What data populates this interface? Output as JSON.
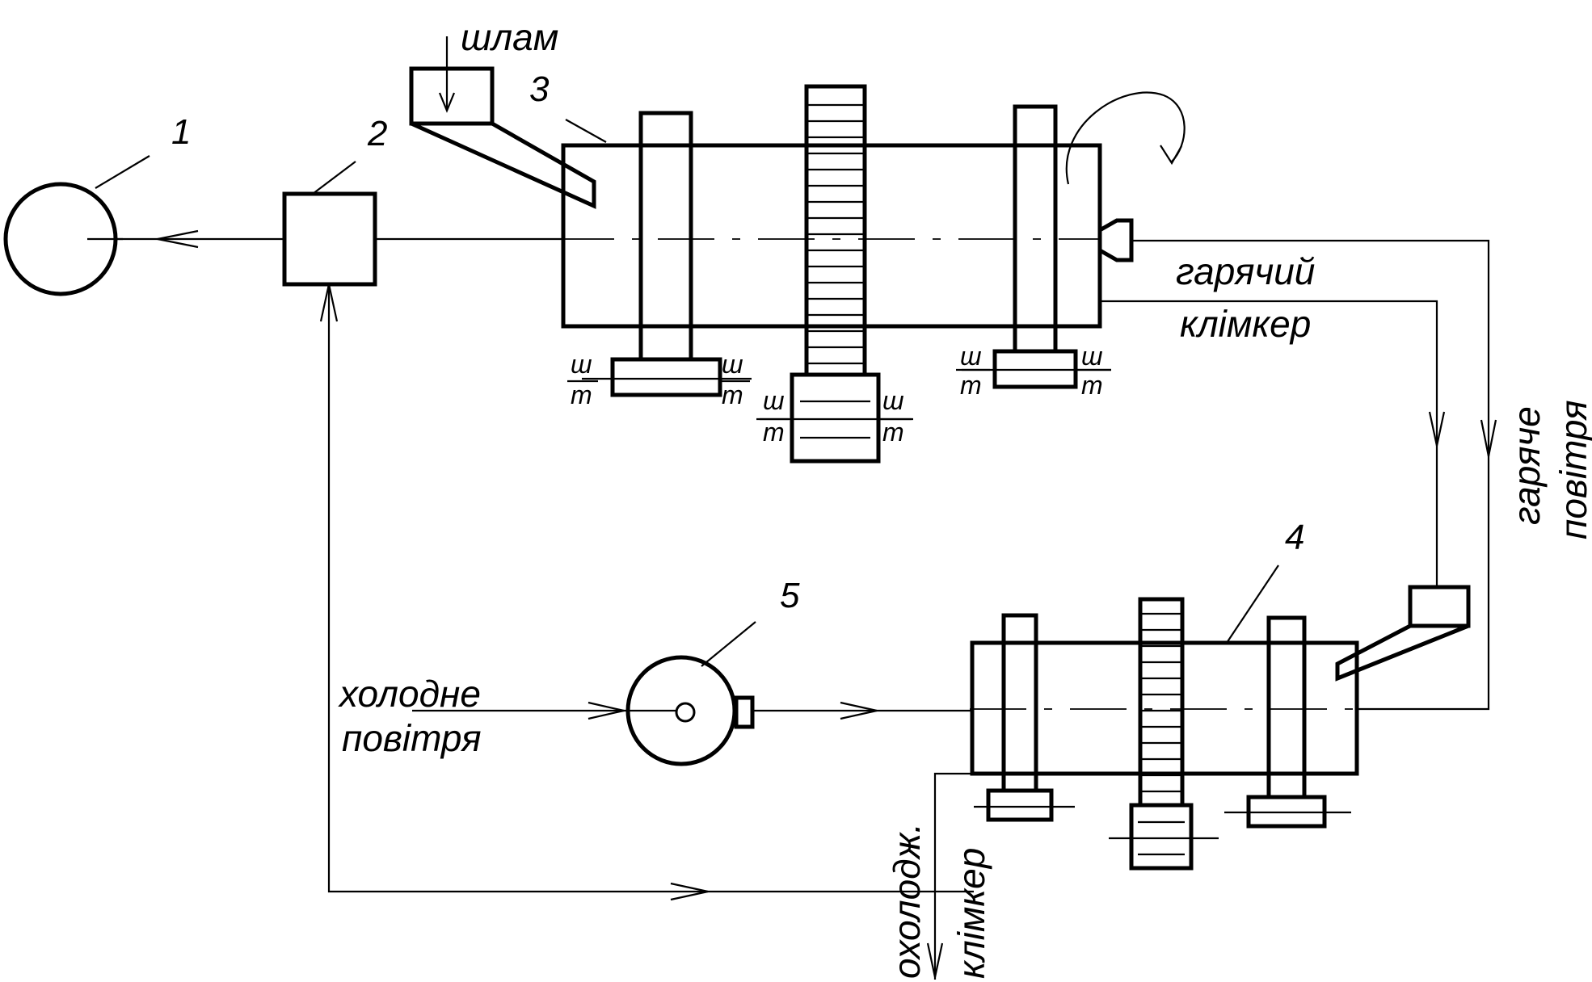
{
  "labels": {
    "sludge": "шлам",
    "hot_clinker_1": "гарячий",
    "hot_clinker_2": "клімкер",
    "hot_air_1": "гаряче",
    "hot_air_2": "повітря",
    "cold_air_1": "холодне",
    "cold_air_2": "повітря",
    "cooled_clinker_1": "охолодж.",
    "cooled_clinker_2": "клімкер"
  },
  "numbers": {
    "n1": "1",
    "n2": "2",
    "n3": "3",
    "n4": "4",
    "n5": "5"
  },
  "fraction": {
    "top": "ш",
    "bottom": "т"
  }
}
